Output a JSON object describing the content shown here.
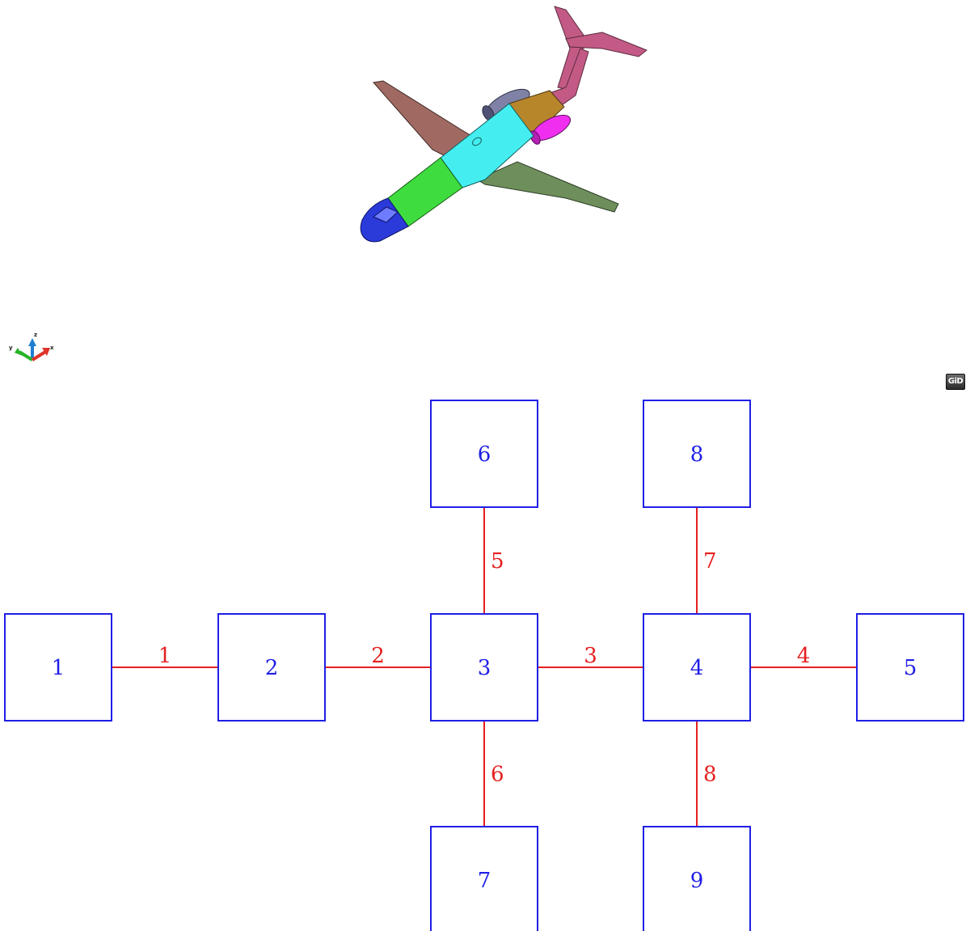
{
  "viewport": {
    "axes_labels": {
      "y": "y",
      "z": "z",
      "x": "x"
    },
    "logo_text": "GiD",
    "colors": {
      "nose": "#2b3bd9",
      "forward_fuselage": "#3fdc3f",
      "center_fuselage": "#44eef0",
      "aft_fuselage": "#b8862a",
      "tail": "#c35a86",
      "left_wing": "#a06a62",
      "right_wing": "#6e8f5c",
      "left_engine": "#7f82a6",
      "right_engine": "#f02ef0"
    }
  },
  "diagram": {
    "node_color": "#1f1fe6",
    "edge_color": "#e61f1f",
    "nodes": [
      {
        "id": "1",
        "label": "1"
      },
      {
        "id": "2",
        "label": "2"
      },
      {
        "id": "3",
        "label": "3"
      },
      {
        "id": "4",
        "label": "4"
      },
      {
        "id": "5",
        "label": "5"
      },
      {
        "id": "6",
        "label": "6"
      },
      {
        "id": "7",
        "label": "7"
      },
      {
        "id": "8",
        "label": "8"
      },
      {
        "id": "9",
        "label": "9"
      }
    ],
    "edges": [
      {
        "label": "1",
        "from": "1",
        "to": "2"
      },
      {
        "label": "2",
        "from": "2",
        "to": "3"
      },
      {
        "label": "3",
        "from": "3",
        "to": "4"
      },
      {
        "label": "4",
        "from": "4",
        "to": "5"
      },
      {
        "label": "5",
        "from": "3",
        "to": "6"
      },
      {
        "label": "6",
        "from": "3",
        "to": "7"
      },
      {
        "label": "7",
        "from": "4",
        "to": "8"
      },
      {
        "label": "8",
        "from": "4",
        "to": "9"
      }
    ]
  }
}
